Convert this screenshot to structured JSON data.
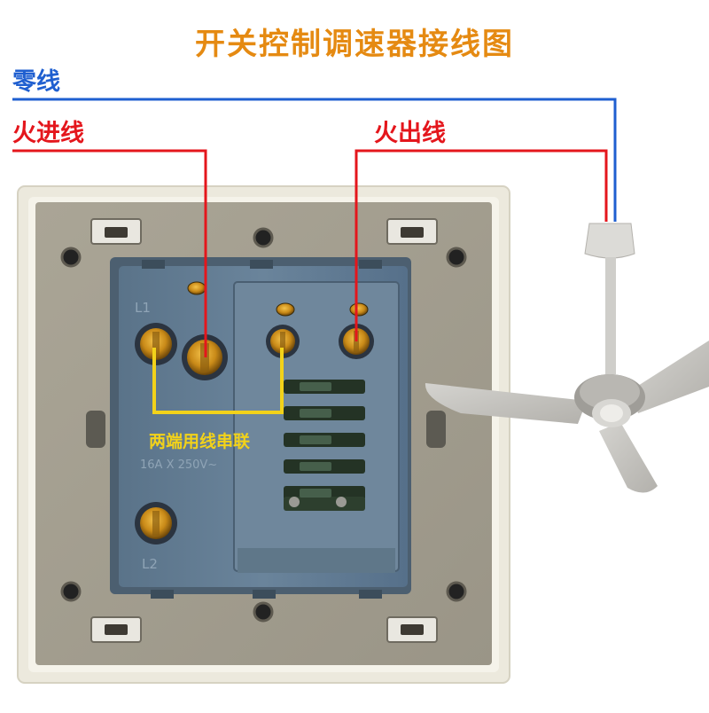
{
  "title": "开关控制调速器接线图",
  "labels": {
    "neutral_wire": "零线",
    "live_in_wire": "火进线",
    "live_out_wire": "火出线",
    "series_note": "两端用线串联"
  },
  "module_markings": {
    "top_left": "L1",
    "rating": "16A X 250V~",
    "bottom_left": "L2"
  },
  "colors": {
    "title": "#e58a12",
    "neutral": "#1f5fd0",
    "live": "#e4161c",
    "series_jumper": "#f2d21a",
    "series_label": "#f2d21a",
    "panel_frame": "#ece9dd",
    "back_plate": "#a6a193",
    "module": "#5f7a92",
    "fan": "#c5c4c0"
  }
}
